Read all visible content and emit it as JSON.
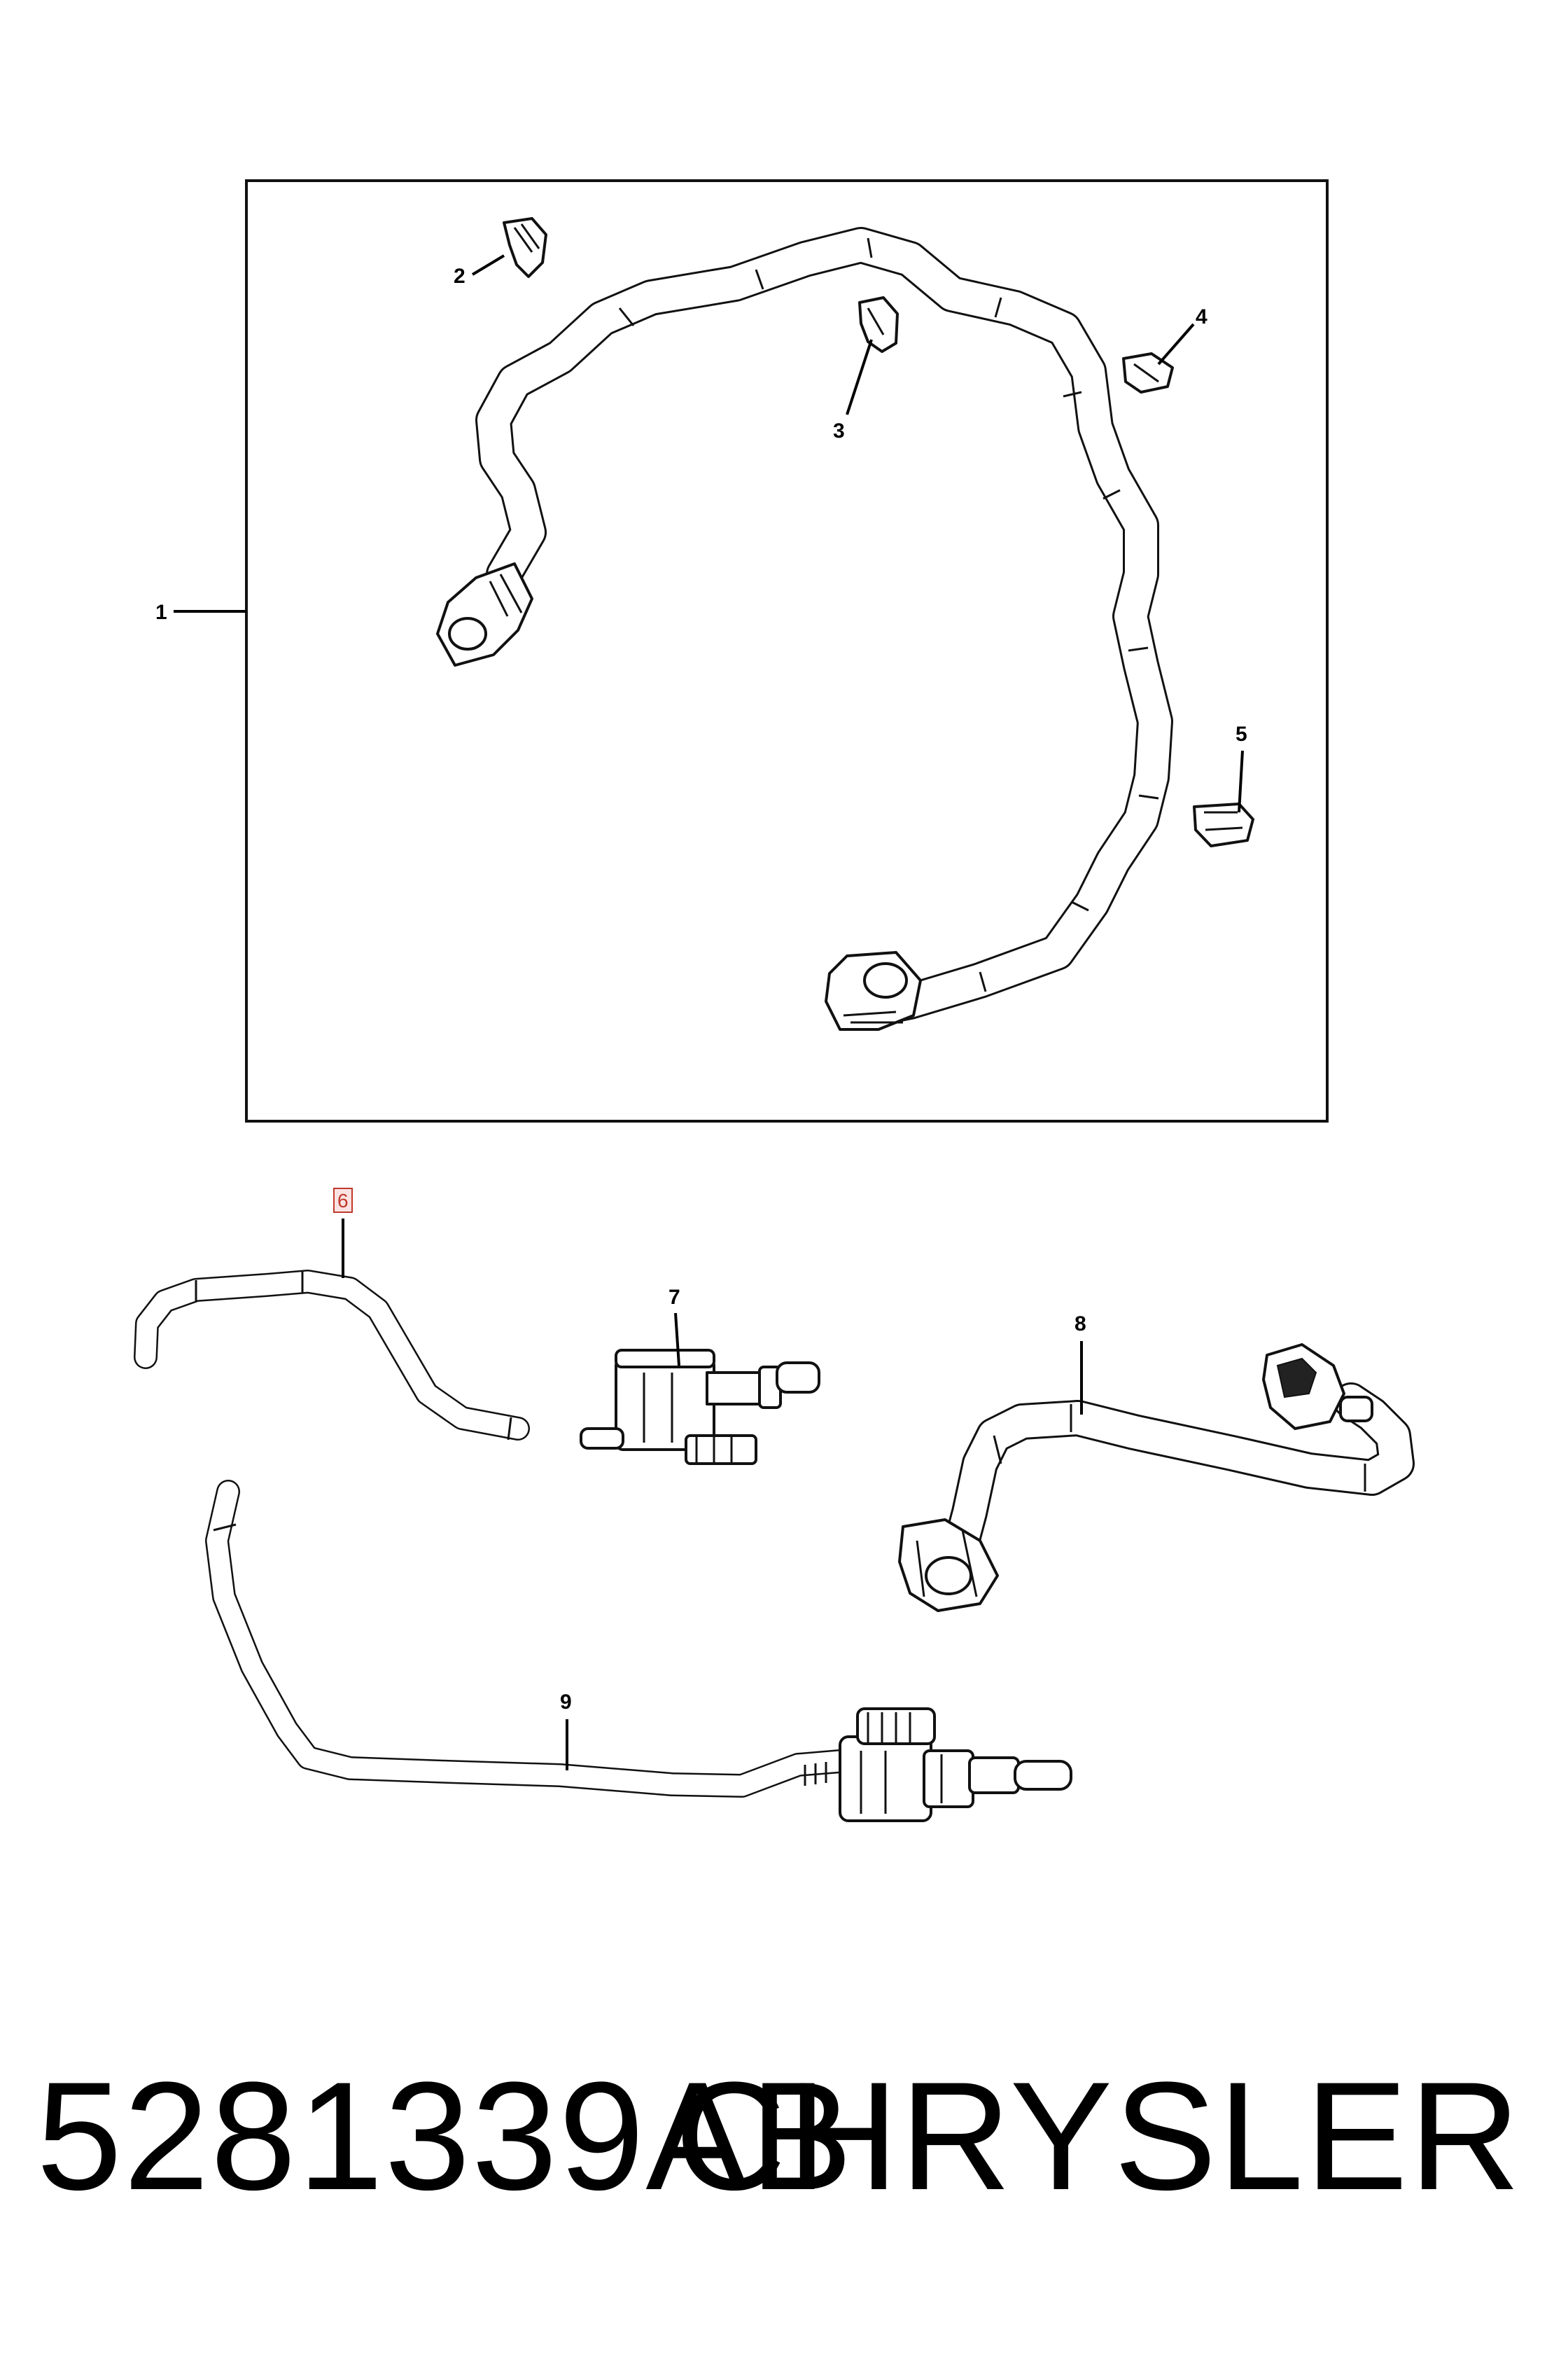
{
  "callouts": {
    "c1": "1",
    "c2": "2",
    "c3": "3",
    "c4": "4",
    "c5": "5",
    "c6": "6",
    "c7": "7",
    "c8": "8",
    "c9": "9"
  },
  "footer": {
    "part_number": "5281339AB",
    "brand": "CHRYSLER"
  },
  "colors": {
    "line": "#111111",
    "highlight": "#c0392b",
    "background": "#ffffff"
  }
}
